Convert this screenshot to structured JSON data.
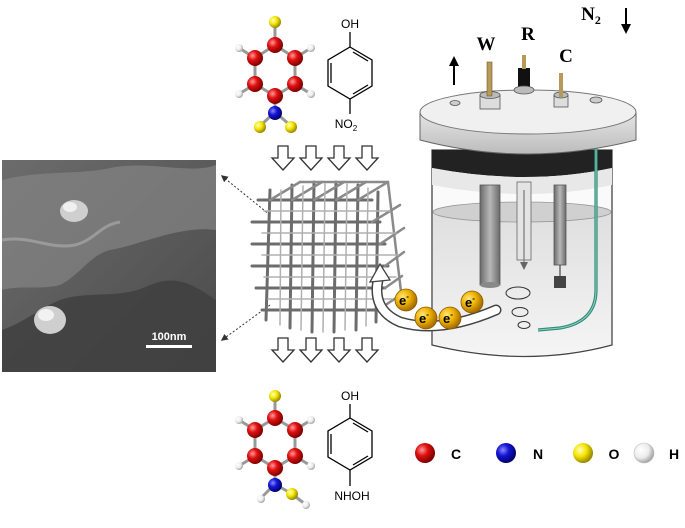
{
  "reactant": {
    "formula_top": "OH",
    "formula_bottom": "NO",
    "formula_bottom_sub": "2"
  },
  "product": {
    "formula_top": "OH",
    "formula_bottom": "NHOH"
  },
  "sem": {
    "scale_label": "100nm"
  },
  "cell": {
    "electrode_w": "W",
    "electrode_r": "R",
    "electrode_c": "C",
    "gas_label": "N",
    "gas_sub": "2"
  },
  "electron": {
    "label": "e",
    "charge": "-"
  },
  "legend": {
    "items": [
      {
        "label": "C",
        "color": "#e00000"
      },
      {
        "label": "N",
        "color": "#1010d0"
      },
      {
        "label": "O",
        "color": "#f0e000"
      },
      {
        "label": "H",
        "color": "#f2f2f2"
      }
    ]
  }
}
